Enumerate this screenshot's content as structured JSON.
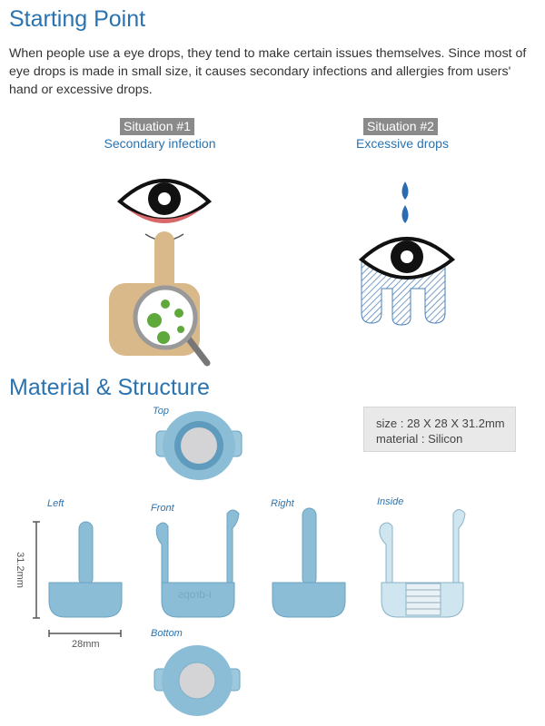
{
  "section1": {
    "title": "Starting Point",
    "intro": "When people use a eye drops, they tend to make certain issues themselves. Since most of eye drops is made in small size, it causes secondary infections and allergies from users' hand or excessive drops.",
    "situations": [
      {
        "badge": "Situation #1",
        "subtitle": "Secondary infection"
      },
      {
        "badge": "Situation #2",
        "subtitle": "Excessive drops"
      }
    ]
  },
  "section2": {
    "title": "Material & Structure",
    "views": {
      "top": "Top",
      "left": "Left",
      "front": "Front",
      "right": "Right",
      "inside": "Inside",
      "bottom": "Bottom"
    },
    "specs": {
      "size": "size :  28 X 28 X 31.2mm",
      "material": "material : Silicon"
    },
    "dimensions": {
      "height": "31.2mm",
      "width": "28mm"
    },
    "emboss": "i-drops"
  },
  "colors": {
    "accent": "#2a73b0",
    "product": "#8cbdd6",
    "badge": "#8a8a8a",
    "skin": "#d9b98a"
  }
}
